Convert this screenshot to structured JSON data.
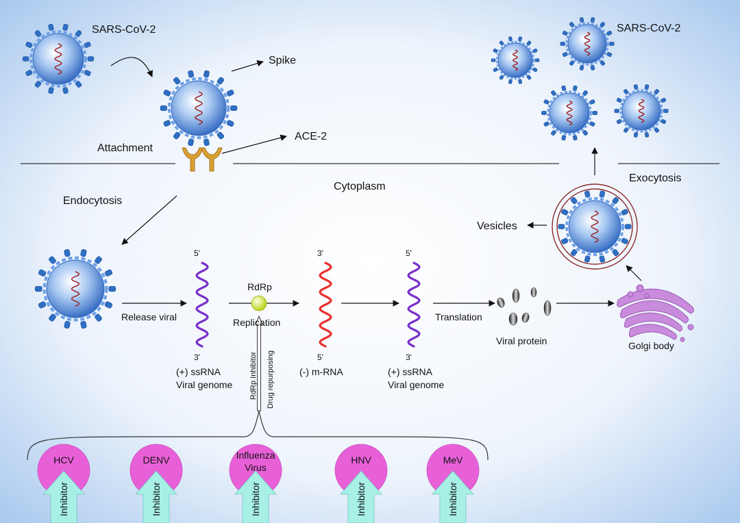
{
  "colors": {
    "background_center": "#ffffff",
    "background_edge": "#9ec2ec",
    "virus_blue": "#3f7fd6",
    "spike_blue": "#2f6fc4",
    "rna_red": "#e8312e",
    "rna_purple": "#7a2fc9",
    "ace2": "#d9a033",
    "rdrp_ball": "#d8ec3a",
    "golgi": "#c98bdc",
    "vesicle_ring": "#8b2a2a",
    "inhibitor_circle": "#e860d8",
    "inhibitor_arrow": "#a8f0e6"
  },
  "labels": {
    "sars_left": "SARS-CoV-2",
    "sars_right": "SARS-CoV-2",
    "spike": "Spike",
    "ace2": "ACE-2",
    "attachment": "Attachment",
    "cytoplasm": "Cytoplasm",
    "endocytosis": "Endocytosis",
    "exocytosis": "Exocytosis",
    "vesicles": "Vesicles",
    "release_viral": "Release viral",
    "rdrp": "RdRp",
    "replication": "Replication",
    "translation": "Translation",
    "viral_protein": "Viral protein",
    "golgi_body": "Golgi body",
    "rdrp_inhibitor": "RdRp Inhibitor",
    "drug_repurposing": "Drug repurposing"
  },
  "rna_strands": [
    {
      "top": "5'",
      "bottom": "3'",
      "caption_line1": "(+) ssRNA",
      "caption_line2": "Viral genome",
      "color": "#7a2fc9"
    },
    {
      "top": "3'",
      "bottom": "5'",
      "caption_line1": "(-) m-RNA",
      "caption_line2": "",
      "color": "#e8312e"
    },
    {
      "top": "5'",
      "bottom": "3'",
      "caption_line1": "(+) ssRNA",
      "caption_line2": "Viral genome",
      "color": "#7a2fc9"
    }
  ],
  "inhibitors": [
    {
      "virus_line1": "HCV",
      "virus_line2": "",
      "arrow_label": "Inhibitor"
    },
    {
      "virus_line1": "DENV",
      "virus_line2": "",
      "arrow_label": "Inhibitor"
    },
    {
      "virus_line1": "Influenza",
      "virus_line2": "Virus",
      "arrow_label": "Inhibitor"
    },
    {
      "virus_line1": "HNV",
      "virus_line2": "",
      "arrow_label": "Inhibitor"
    },
    {
      "virus_line1": "MeV",
      "virus_line2": "",
      "arrow_label": "Inhibitor"
    }
  ]
}
